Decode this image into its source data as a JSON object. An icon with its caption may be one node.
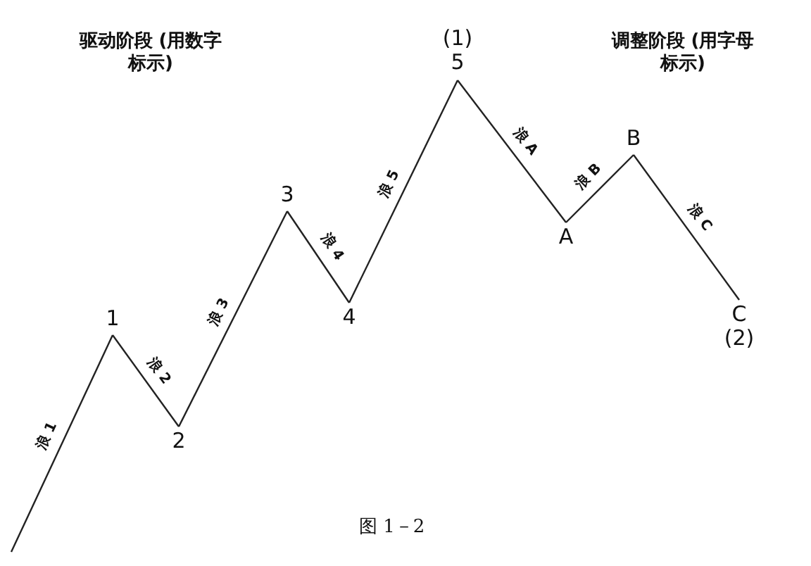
{
  "diagram": {
    "caption": "图 1－2",
    "nodes": [
      {
        "text": [
          "1"
        ]
      },
      {
        "text": [
          "2"
        ]
      },
      {
        "text": [
          "3"
        ]
      },
      {
        "text": [
          "4"
        ]
      },
      {
        "text": [
          "5"
        ],
        "beside": [
          "(1)"
        ]
      },
      {
        "text": [
          "A"
        ]
      },
      {
        "text": [
          "B"
        ]
      },
      {
        "text": [
          "C"
        ],
        "beside": [
          "(2)"
        ]
      }
    ],
    "edges": [
      {
        "from": null,
        "to": 0,
        "arrow": "none",
        "label": "浪 1"
      },
      {
        "from": 0,
        "to": 1,
        "arrow": "none",
        "label": "浪 2"
      },
      {
        "from": 1,
        "to": 2,
        "arrow": "none",
        "label": "浪 3"
      },
      {
        "from": 2,
        "to": 3,
        "arrow": "none",
        "label": "浪 4"
      },
      {
        "from": 3,
        "to": 4,
        "arrow": "none",
        "label": "浪 5"
      },
      {
        "from": 4,
        "to": 5,
        "arrow": "none",
        "label": "浪 A"
      },
      {
        "from": 5,
        "to": 6,
        "arrow": "none",
        "label": "浪 B"
      },
      {
        "from": 6,
        "to": 7,
        "arrow": "none",
        "label": "浪 C"
      }
    ],
    "labels": [
      "驱动阶段 (用数字标示)",
      "调整阶段 (用字母标示)"
    ]
  }
}
